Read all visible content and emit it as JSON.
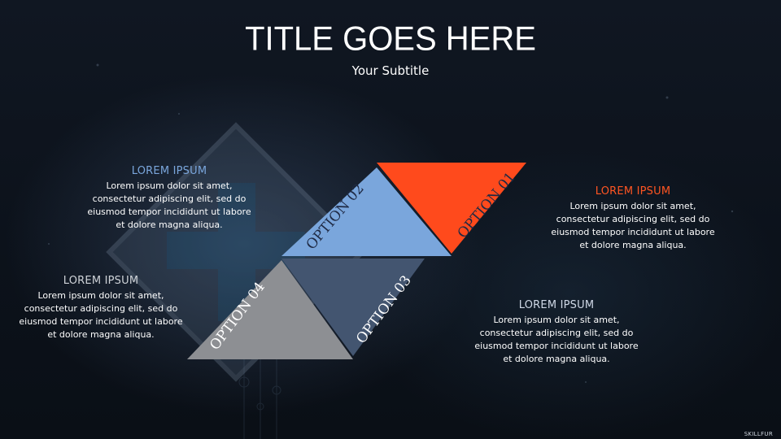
{
  "slide": {
    "title": "TITLE GOES HERE",
    "subtitle": "Your Subtitle",
    "watermark": "SKILLFUR"
  },
  "options": [
    {
      "label": "OPTION 01",
      "color": "#ff4a1c",
      "label_color": "#1f2a44",
      "heading": "LOREM IPSUM",
      "heading_color": "#ff5522",
      "body": "Lorem ipsum dolor sit amet, consectetur adipiscing elit, sed do eiusmod tempor incididunt ut labore et dolore magna aliqua."
    },
    {
      "label": "OPTION 02",
      "color": "#7aa6dc",
      "label_color": "#1f2a44",
      "heading": "LOREM IPSUM",
      "heading_color": "#7aa6dc",
      "body": "Lorem ipsum dolor sit amet, consectetur adipiscing elit, sed do eiusmod tempor incididunt ut labore et dolore magna aliqua."
    },
    {
      "label": "OPTION 03",
      "color": "#435570",
      "label_color": "#ffffff",
      "heading": "LOREM IPSUM",
      "heading_color": "#cfd8e6",
      "body": "Lorem ipsum dolor sit amet, consectetur adipiscing elit, sed do eiusmod tempor incididunt ut labore et dolore magna aliqua."
    },
    {
      "label": "OPTION 04",
      "color": "#8d8f93",
      "label_color": "#ffffff",
      "heading": "LOREM IPSUM",
      "heading_color": "#cfd3d8",
      "body": "Lorem ipsum dolor sit amet, consectetur adipiscing elit, sed do eiusmod tempor incididunt ut labore et dolore magna aliqua."
    }
  ]
}
